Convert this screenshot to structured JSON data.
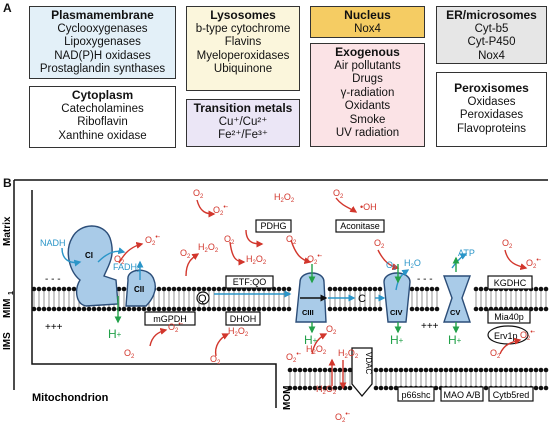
{
  "panel_a": {
    "letter": "A",
    "boxes": {
      "plasma": {
        "title": "Plasmamembrane",
        "items": [
          "Cyclooxygenases",
          "Lipoxygenases",
          "NAD(P)H oxidases",
          "Prostaglandin synthases"
        ],
        "color": "#e3f0f8"
      },
      "cytoplasm": {
        "title": "Cytoplasm",
        "items": [
          "Catecholamines",
          "Riboflavin",
          "Xanthine oxidase"
        ],
        "color": "#ffffff"
      },
      "lysosomes": {
        "title": "Lysosomes",
        "items": [
          "b-type cytochrome",
          "Flavins",
          "Myeloperoxidases",
          "Ubiquinone"
        ],
        "color": "#fbf6dc"
      },
      "transition": {
        "title": "Transition metals",
        "items": [
          "Cu⁺/Cu²⁺",
          "Fe²⁺/Fe³⁺"
        ],
        "color": "#ebe6f6"
      },
      "nucleus": {
        "title": "Nucleus",
        "items": [
          "Nox4"
        ],
        "color": "#f5cc63"
      },
      "exogenous": {
        "title": "Exogenous",
        "items": [
          "Air pollutants",
          "Drugs",
          "γ-radiation",
          "Oxidants",
          "Smoke",
          "UV radiation"
        ],
        "color": "#fbe3e6"
      },
      "er": {
        "title": "ER/microsomes",
        "items": [
          "Cyt-b5",
          "Cyt-P450",
          "Nox4"
        ],
        "color": "#e6e6e6"
      },
      "peroxisomes": {
        "title": "Peroxisomes",
        "items": [
          "Oxidases",
          "Peroxidases",
          "Flavoproteins"
        ],
        "color": "#ffffff"
      }
    }
  },
  "panel_b": {
    "letter": "B",
    "side_labels": {
      "matrix": "Matrix",
      "mim": "MIM",
      "ims": "IMS",
      "mom": "MOM"
    },
    "mitochondrion_label": "Mitochondrion",
    "complexes": {
      "ci": "CI",
      "cii": "CII",
      "ciii": "CIII",
      "civ": "CIV",
      "cv": "CV"
    },
    "boxes": {
      "etf": "ETF:QO",
      "mgpdh": "mGPDH",
      "dhoh": "DHOH",
      "pdhg": "PDHG",
      "aconitase": "Aconitase",
      "kgdhc": "KGDHC",
      "mia40p": "Mia40p",
      "erv1p": "Erv1p",
      "p66shc": "p66shc",
      "mao": "MAO A/B",
      "cytb5red": "Cytb5red",
      "vdac": "VDAC"
    },
    "labels": {
      "nadh": "NADH",
      "fadh2": "FADH",
      "fadh2_sub": "2",
      "q": "Q",
      "c": "C",
      "atp": "ATP",
      "o2": "O",
      "o2_sub": "2",
      "dot": "•",
      "minus": "-",
      "h2o2": "H",
      "h2o2_sub": "2",
      "h2o2_mid": "O",
      "oh": "OH",
      "h2o": "H",
      "h2o_mid": "O",
      "hplus": "H",
      "hplus_sup": "+",
      "plus3": "+++",
      "dash3": "- - -",
      "mim_sub": "1"
    },
    "colors": {
      "red": "#d2362c",
      "blue": "#2a95c8",
      "green": "#23a14a",
      "complex": "#a9cbe8",
      "complex_stroke": "#2b4d78"
    }
  }
}
